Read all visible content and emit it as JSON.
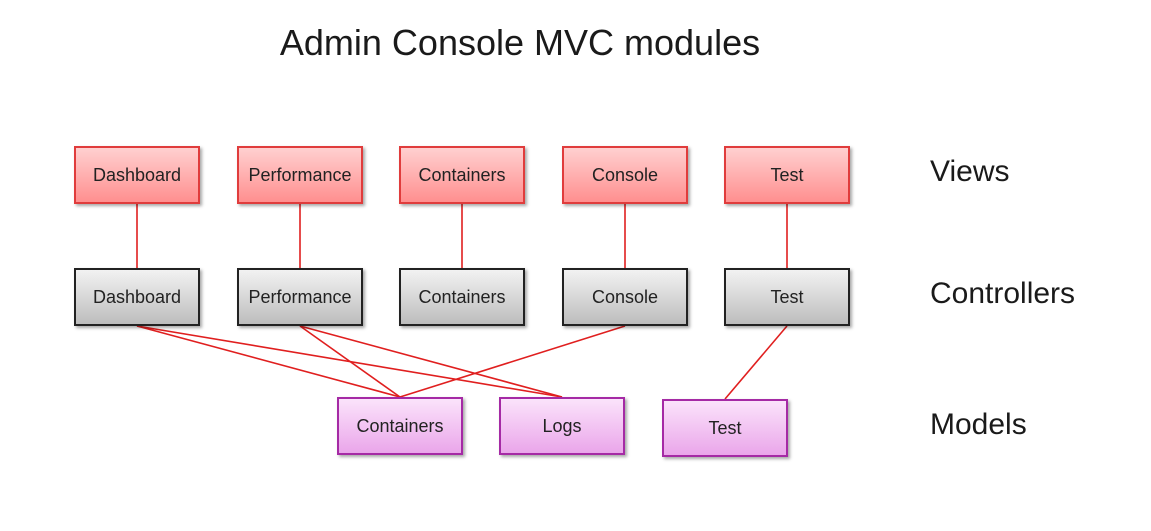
{
  "title": "Admin Console MVC modules",
  "tiers": {
    "views": "Views",
    "controllers": "Controllers",
    "models": "Models"
  },
  "views": [
    "Dashboard",
    "Performance",
    "Containers",
    "Console",
    "Test"
  ],
  "controllers": [
    "Dashboard",
    "Performance",
    "Containers",
    "Console",
    "Test"
  ],
  "models": [
    "Containers",
    "Logs",
    "Test"
  ],
  "links": {
    "view_controller": [
      [
        0,
        0
      ],
      [
        1,
        1
      ],
      [
        2,
        2
      ],
      [
        3,
        3
      ],
      [
        4,
        4
      ]
    ],
    "controller_model": [
      [
        0,
        0
      ],
      [
        0,
        1
      ],
      [
        1,
        0
      ],
      [
        1,
        1
      ],
      [
        3,
        0
      ],
      [
        4,
        2
      ]
    ]
  },
  "colors": {
    "view_border": "#e03c3c",
    "controller_border": "#222222",
    "model_border": "#a52aa5",
    "link": "#e01f1f"
  }
}
